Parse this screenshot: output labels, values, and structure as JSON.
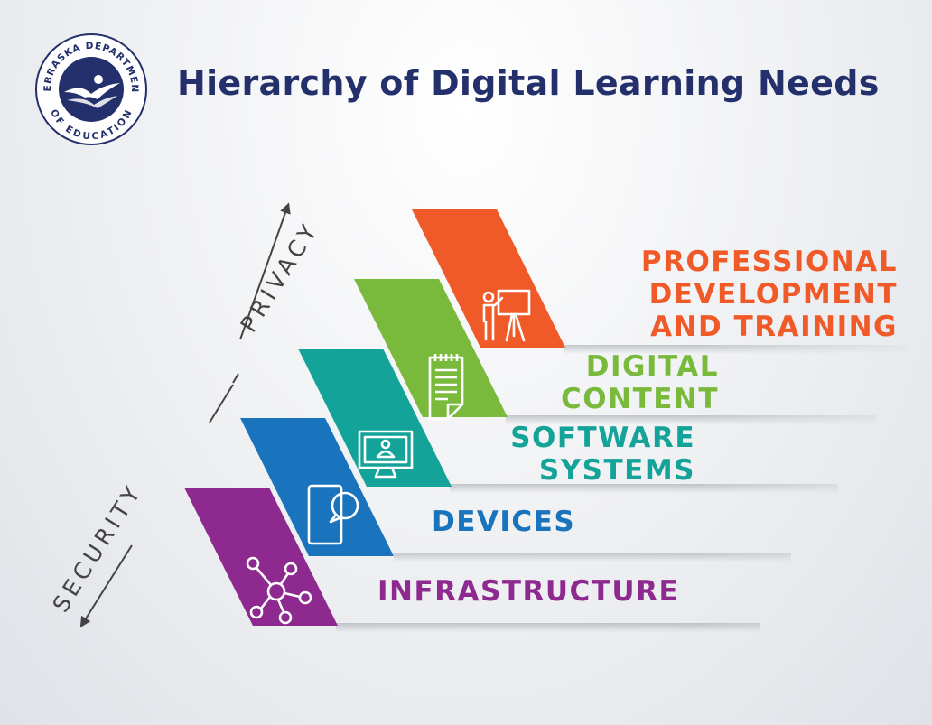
{
  "header": {
    "title": "Hierarchy of Digital Learning Needs"
  },
  "logo": {
    "arc_top": "NEBRASKA DEPARTMENT",
    "arc_bottom": "OF EDUCATION",
    "color": "#23306b"
  },
  "axis": {
    "security_label": "SECURITY",
    "privacy_label": "PRIVACY",
    "color": "#444444"
  },
  "levels": [
    {
      "lines": [
        "INFRASTRUCTURE"
      ],
      "icon": "network-icon",
      "color": "#8e2a8f"
    },
    {
      "lines": [
        "DEVICES"
      ],
      "icon": "tablet-chat-icon",
      "color": "#1a73bd"
    },
    {
      "lines": [
        "SOFTWARE",
        "SYSTEMS"
      ],
      "icon": "monitor-user-icon",
      "color": "#14a398"
    },
    {
      "lines": [
        "DIGITAL",
        "CONTENT"
      ],
      "icon": "notepad-icon",
      "color": "#79ba3d"
    },
    {
      "lines": [
        "PROFESSIONAL",
        "DEVELOPMENT",
        "AND TRAINING"
      ],
      "icon": "presenter-icon",
      "color": "#f05a28"
    }
  ]
}
